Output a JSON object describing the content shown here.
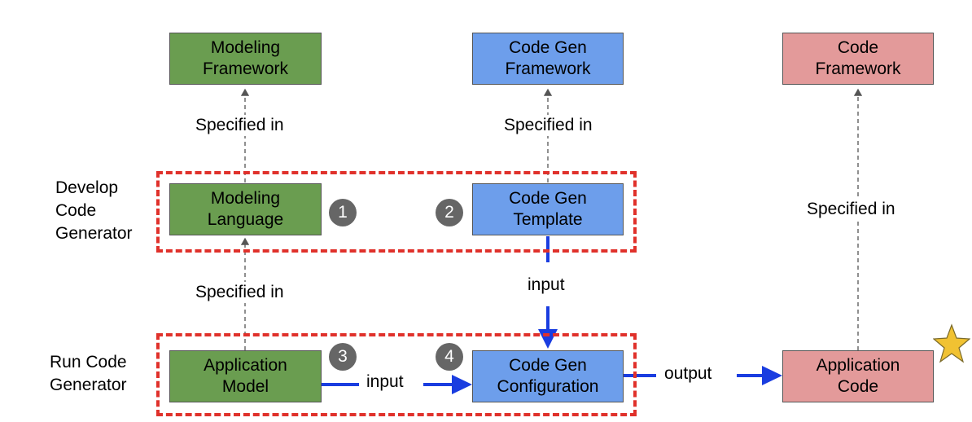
{
  "boxes": {
    "modeling_framework": "Modeling\nFramework",
    "codegen_framework": "Code Gen\nFramework",
    "code_framework": "Code\nFramework",
    "modeling_language": "Modeling\nLanguage",
    "codegen_template": "Code Gen\nTemplate",
    "application_model": "Application\nModel",
    "codegen_configuration": "Code Gen\nConfiguration",
    "application_code": "Application\nCode"
  },
  "edge_labels": {
    "specified_in_1": "Specified in",
    "specified_in_2": "Specified in",
    "specified_in_3": "Specified in",
    "specified_in_4": "Specified in",
    "input_1": "input",
    "input_2": "input",
    "output": "output"
  },
  "row_labels": {
    "develop": "Develop\nCode\nGenerator",
    "run": "Run Code\nGenerator"
  },
  "badges": [
    "1",
    "2",
    "3",
    "4"
  ],
  "colors": {
    "green": "#6a9d50",
    "blue": "#6d9eeb",
    "pink": "#e39a9a",
    "dashed_border": "#e0312b",
    "flow_arrow": "#1a3de0",
    "badge": "#666666",
    "star": "#f1c232"
  },
  "icons": {
    "star": "star-icon"
  }
}
